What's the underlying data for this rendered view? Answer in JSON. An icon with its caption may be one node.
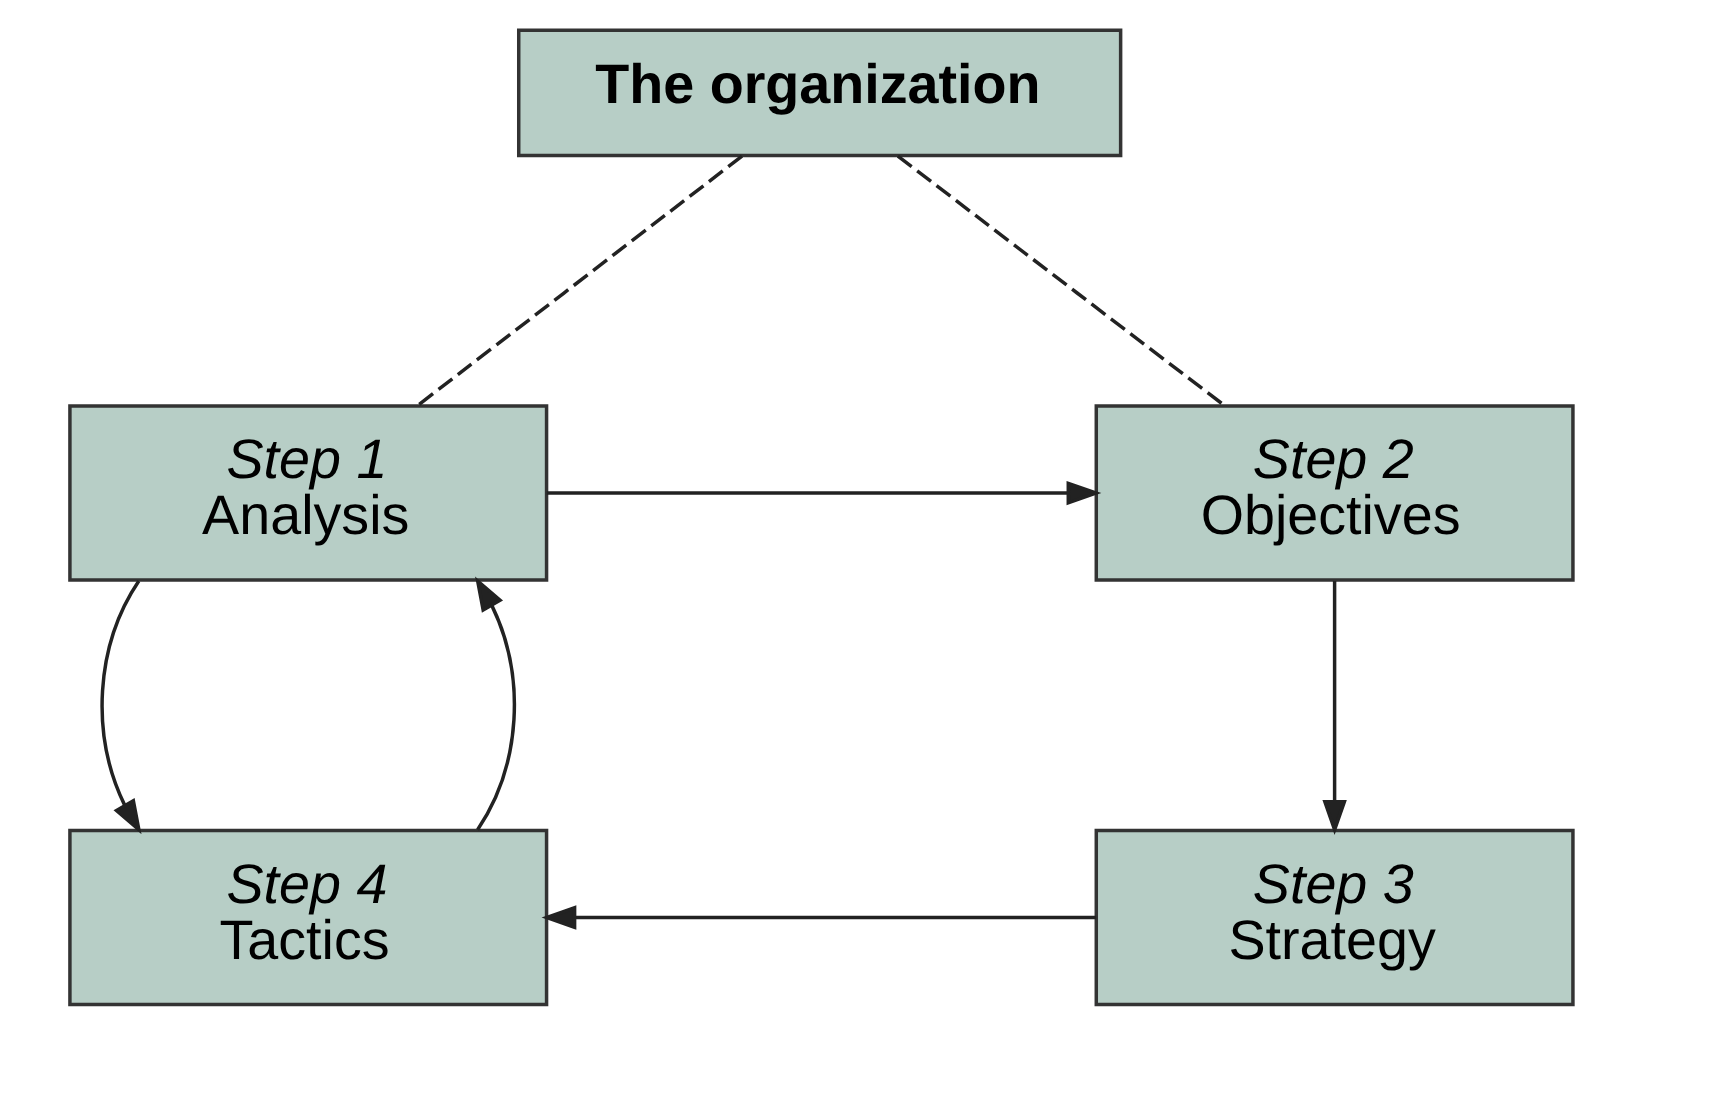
{
  "diagram": {
    "nodes": [
      {
        "text": [
          "The organization"
        ]
      },
      {
        "text": [
          "Step 1",
          "Analysis"
        ]
      },
      {
        "text": [
          "Step 2",
          "Objectives"
        ]
      },
      {
        "text": [
          "Step 3",
          "Strategy"
        ]
      },
      {
        "text": [
          "Step 4",
          "Tactics"
        ]
      }
    ],
    "edges": [
      {
        "from": 0,
        "to": 1,
        "arrow": "none",
        "style": "dashed"
      },
      {
        "from": 0,
        "to": 2,
        "arrow": "none",
        "style": "dashed"
      },
      {
        "from": 1,
        "to": 2,
        "arrow": "to"
      },
      {
        "from": 2,
        "to": 3,
        "arrow": "to"
      },
      {
        "from": 3,
        "to": 4,
        "arrow": "to"
      },
      {
        "from": 1,
        "to": 4,
        "arrow": "to"
      },
      {
        "from": 4,
        "to": 1,
        "arrow": "to"
      }
    ]
  }
}
